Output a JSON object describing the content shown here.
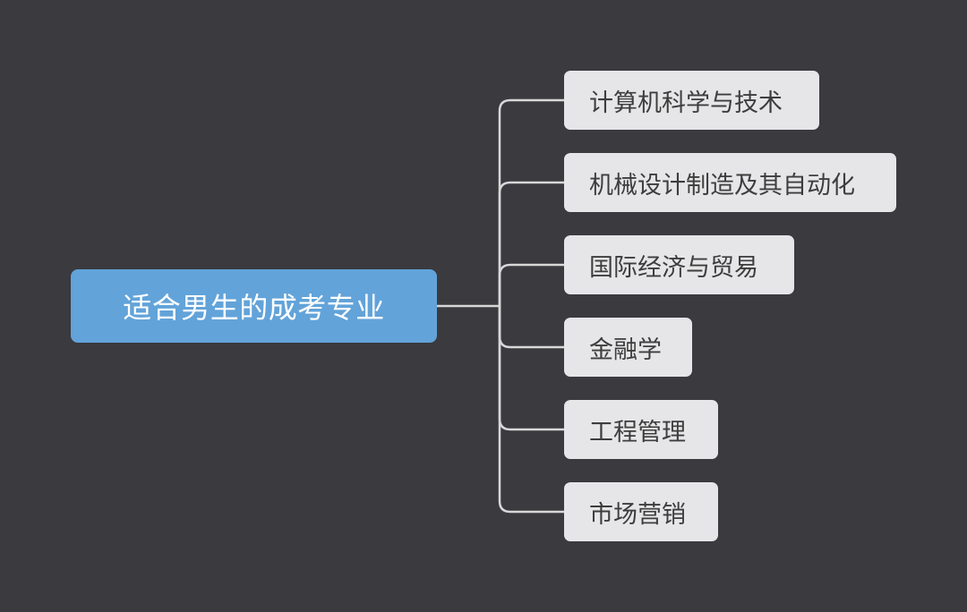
{
  "mindmap": {
    "root": "适合男生的成考专业",
    "children": [
      "计算机科学与技术",
      "机械设计制造及其自动化",
      "国际经济与贸易",
      "金融学",
      "工程管理",
      "市场营销"
    ]
  },
  "colors": {
    "background": "#3a3a3f",
    "root_fill": "#62a3d9",
    "child_fill": "#e6e6e8",
    "connector": "#d8d8d8"
  }
}
